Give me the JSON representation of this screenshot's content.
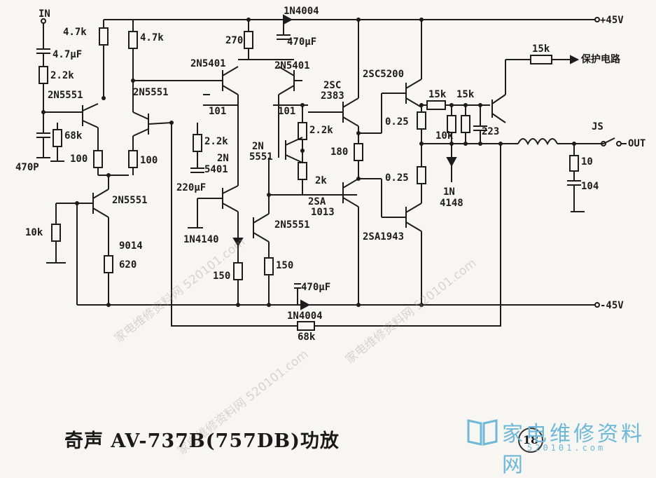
{
  "title": "奇声 AV-737B(757DB)功放",
  "page_number": "18",
  "brand": {
    "name": "家电维修资料网",
    "url": "520101.com"
  },
  "watermark": "家电维修资料网 520101.com",
  "labels": {
    "in": "IN",
    "r_in_top": "4.7k",
    "r_in_top2": "4.7k",
    "c_in": "4.7μF",
    "r_2k2_in": "2.2k",
    "q_in_label": "2N5551",
    "r_68k": "68k",
    "c_470p": "470P",
    "r_100_l": "100",
    "r_100_r": "100",
    "q_ccs": "2N5551",
    "r_10k_l": "10k",
    "q_9014": "9014",
    "r_620": "620",
    "q_2n5551_mid": "2N5551",
    "d_top": "1N4004",
    "r_270": "270",
    "c_470_top": "470μF",
    "q_5401_a": "2N5401",
    "q_5401_b": "2N5401",
    "c_101_a": "101",
    "c_101_b": "101",
    "r_2k2_mid": "2.2k",
    "q_5401_c": "2N\n5401",
    "c_220": "220μF",
    "d_4140": "1N4140",
    "r_150_a": "150",
    "r_150_b": "150",
    "q_vbe": "2N\n5551",
    "q_vas": "2N5551",
    "q_2sc2383": "2SC\n2383",
    "r_2k2_bias": "2.2k",
    "r_180": "180",
    "pot_2k": "2k",
    "q_2sa1013": "2SA\n1013",
    "q_2sc5200": "2SC5200",
    "q_2sa1943": "2SA1943",
    "r_025_a": "0.25",
    "r_025_b": "0.25",
    "r_15k_a": "15k",
    "r_15k_b": "15k",
    "r_15k_prot": "15k",
    "prot_label": "保护电路",
    "r_10k_r": "10k",
    "c_223": "223",
    "d_4148": "1N\n4148",
    "js": "JS",
    "out": "OUT",
    "r_10_out": "10",
    "c_104": "104",
    "vplus": "+45V",
    "vminus": "-45V",
    "d_bot": "1N4004",
    "c_470_bot": "470μF",
    "r_68k_fb": "68k"
  }
}
